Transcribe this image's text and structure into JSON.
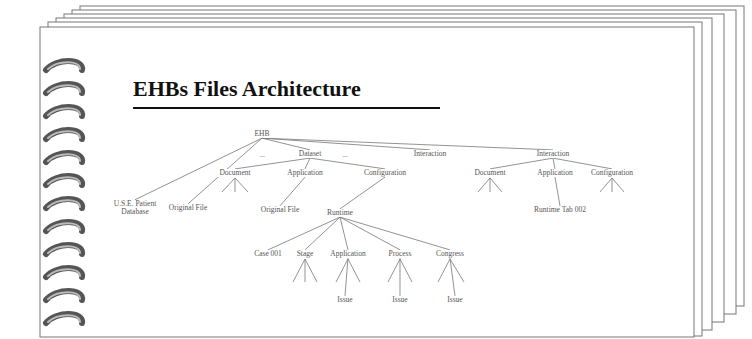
{
  "diagram": {
    "title": "EHBs Files Architecture",
    "nodes": [
      {
        "text": [
          "EHB"
        ]
      },
      {
        "text": [
          "Dataset"
        ]
      },
      {
        "text": [
          "Interaction"
        ]
      },
      {
        "text": [
          "Interaction"
        ]
      },
      {
        "text": [
          "U.S.E. Patient Database"
        ]
      },
      {
        "text": [
          "Original File"
        ]
      },
      {
        "text": [
          "Document"
        ]
      },
      {
        "text": [
          "Application"
        ]
      },
      {
        "text": [
          "Configuration"
        ]
      },
      {
        "text": [
          "Document"
        ]
      },
      {
        "text": [
          "Application"
        ]
      },
      {
        "text": [
          "Configuration"
        ]
      },
      {
        "text": [
          "Original File"
        ]
      },
      {
        "text": [
          "Runtime"
        ]
      },
      {
        "text": [
          "Runtime Tab 002"
        ]
      },
      {
        "text": [
          "Case 001"
        ]
      },
      {
        "text": [
          "Stage"
        ]
      },
      {
        "text": [
          "Application"
        ]
      },
      {
        "text": [
          "Process"
        ]
      },
      {
        "text": [
          "Congress"
        ]
      },
      {
        "text": [
          "Issue"
        ]
      },
      {
        "text": [
          "Issue"
        ]
      },
      {
        "text": [
          "Issue"
        ]
      }
    ],
    "edges": [
      {
        "from": 0,
        "to": 1,
        "arrow": "none"
      },
      {
        "from": 0,
        "to": 2,
        "arrow": "none"
      },
      {
        "from": 0,
        "to": 3,
        "arrow": "none"
      },
      {
        "from": 0,
        "to": 4,
        "arrow": "none"
      },
      {
        "from": 0,
        "to": 5,
        "arrow": "none"
      },
      {
        "from": 1,
        "to": 6,
        "arrow": "none"
      },
      {
        "from": 1,
        "to": 7,
        "arrow": "none"
      },
      {
        "from": 1,
        "to": 8,
        "arrow": "none"
      },
      {
        "from": 3,
        "to": 9,
        "arrow": "none"
      },
      {
        "from": 3,
        "to": 10,
        "arrow": "none"
      },
      {
        "from": 3,
        "to": 11,
        "arrow": "none"
      },
      {
        "from": 7,
        "to": 12,
        "arrow": "none"
      },
      {
        "from": 8,
        "to": 13,
        "arrow": "none"
      },
      {
        "from": 10,
        "to": 14,
        "arrow": "none"
      },
      {
        "from": 13,
        "to": 15,
        "arrow": "none"
      },
      {
        "from": 13,
        "to": 16,
        "arrow": "none"
      },
      {
        "from": 13,
        "to": 17,
        "arrow": "none"
      },
      {
        "from": 13,
        "to": 18,
        "arrow": "none"
      },
      {
        "from": 13,
        "to": 19,
        "arrow": "none"
      },
      {
        "from": 17,
        "to": 20,
        "arrow": "none"
      },
      {
        "from": 18,
        "to": 21,
        "arrow": "none"
      },
      {
        "from": 19,
        "to": 22,
        "arrow": "none"
      }
    ],
    "labels": [
      "...",
      "..."
    ]
  }
}
